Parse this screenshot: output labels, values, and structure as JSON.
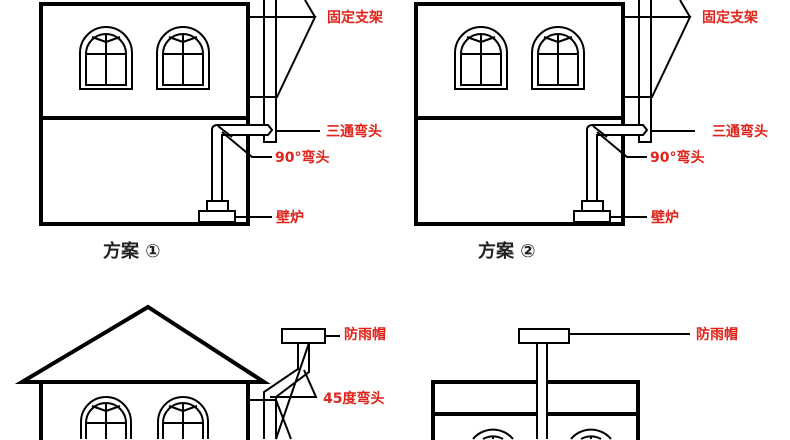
{
  "schemes": [
    {
      "caption": "方案 ①",
      "labels": {
        "bracket": "固定支架",
        "tee": "三通弯头",
        "elbow90": "90°弯头",
        "fireplace": "壁炉"
      }
    },
    {
      "caption": "方案 ②",
      "labels": {
        "bracket": "固定支架",
        "tee": "三通弯头",
        "elbow90": "90°弯头",
        "fireplace": "壁炉"
      }
    }
  ],
  "bottom_left": {
    "rain_cap": "防雨帽",
    "elbow45": "45度弯头"
  },
  "bottom_right": {
    "rain_cap": "防雨帽"
  },
  "colors": {
    "label": "#e0231b",
    "line": "#000000"
  }
}
